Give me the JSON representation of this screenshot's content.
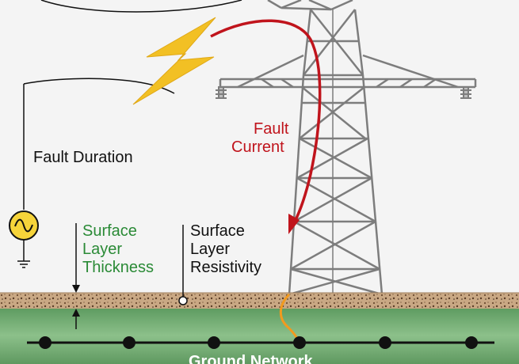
{
  "labels": {
    "fault_duration": "Fault Duration",
    "fault_current_line1": "Fault",
    "fault_current_line2": "Current",
    "surface_thickness_line1": "Surface",
    "surface_thickness_line2": "Layer",
    "surface_thickness_line3": "Thickness",
    "surface_resistivity_line1": "Surface",
    "surface_resistivity_line2": "Layer",
    "surface_resistivity_line3": "Resistivity",
    "ground_network": "Ground Network"
  },
  "colors": {
    "background": "#f4f4f4",
    "tower": "#7d7d7d",
    "fault_current": "#c0141c",
    "lightning": "#f2c024",
    "surface_layer": "#c9a884",
    "soil": "#6fa46e",
    "ground_conductor": "#111111",
    "green_label": "#2a8a36",
    "source": "#f6d43a"
  },
  "icons": {
    "source": "ac-source-icon",
    "ground": "ground-symbol-icon",
    "lightning": "lightning-bolt-icon"
  }
}
